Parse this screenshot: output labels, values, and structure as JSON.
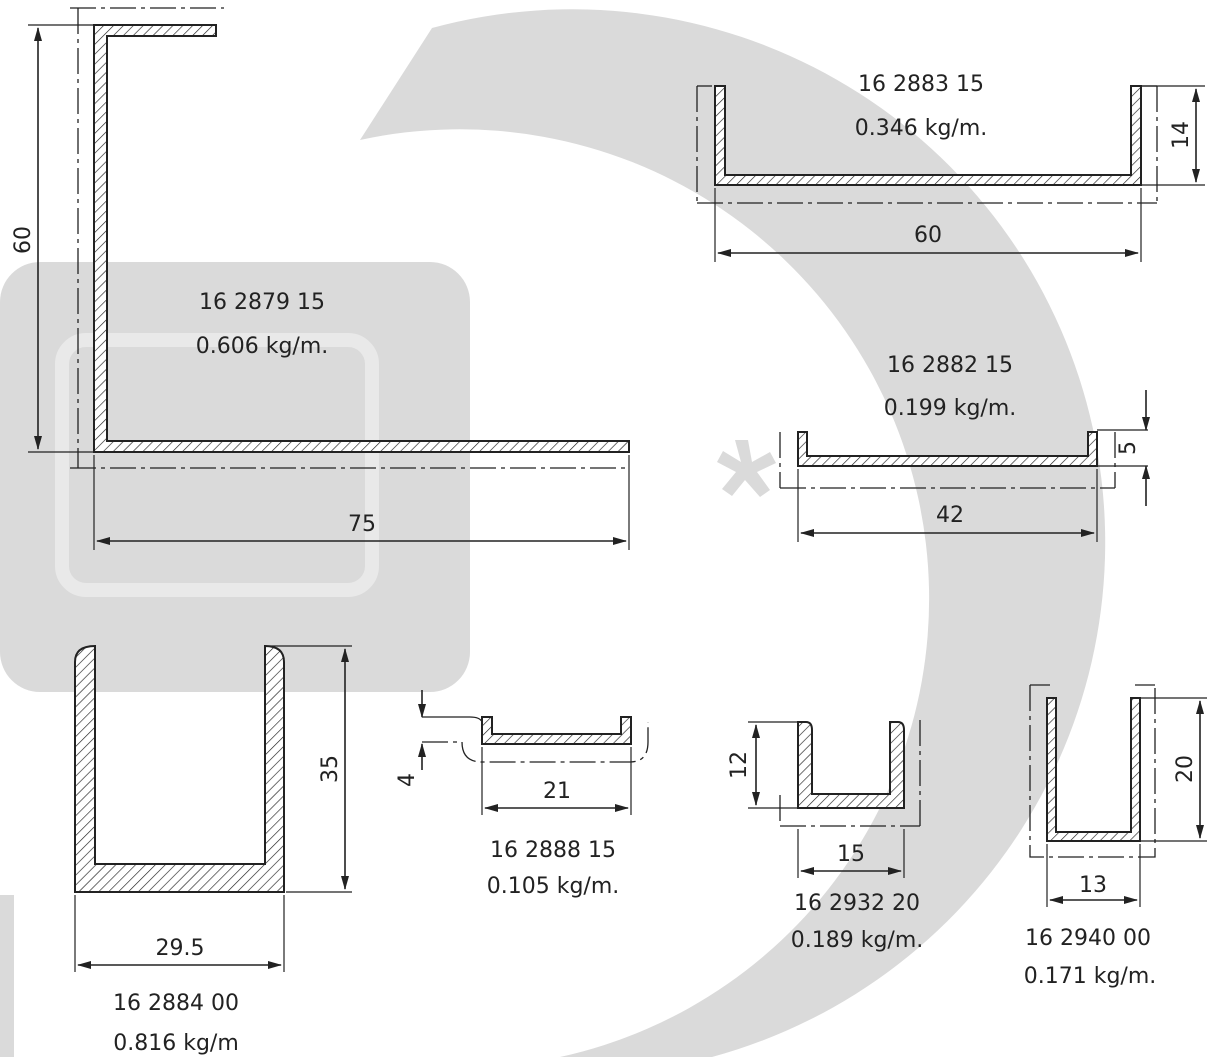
{
  "profiles": {
    "p2879": {
      "code": "16 2879 15",
      "mass": "0.606 kg/m.",
      "dim_height": "60",
      "dim_width": "75"
    },
    "p2883": {
      "code": "16 2883 15",
      "mass": "0.346 kg/m.",
      "dim_height": "14",
      "dim_width": "60"
    },
    "p2882": {
      "code": "16 2882 15",
      "mass": "0.199 kg/m.",
      "dim_height": "5",
      "dim_width": "42"
    },
    "p2884": {
      "code": "16 2884 00",
      "mass": "0.816 kg/m",
      "dim_height": "35",
      "dim_width": "29.5"
    },
    "p2888": {
      "code": "16 2888 15",
      "mass": "0.105 kg/m.",
      "dim_height": "4",
      "dim_width": "21"
    },
    "p2932": {
      "code": "16 2932 20",
      "mass": "0.189 kg/m.",
      "dim_height": "12",
      "dim_width": "15"
    },
    "p2940": {
      "code": "16 2940 00",
      "mass": "0.171 kg/m.",
      "dim_height": "20",
      "dim_width": "13"
    }
  },
  "colors": {
    "line": "#222222",
    "watermark": "#dadada",
    "background": "#ffffff"
  }
}
